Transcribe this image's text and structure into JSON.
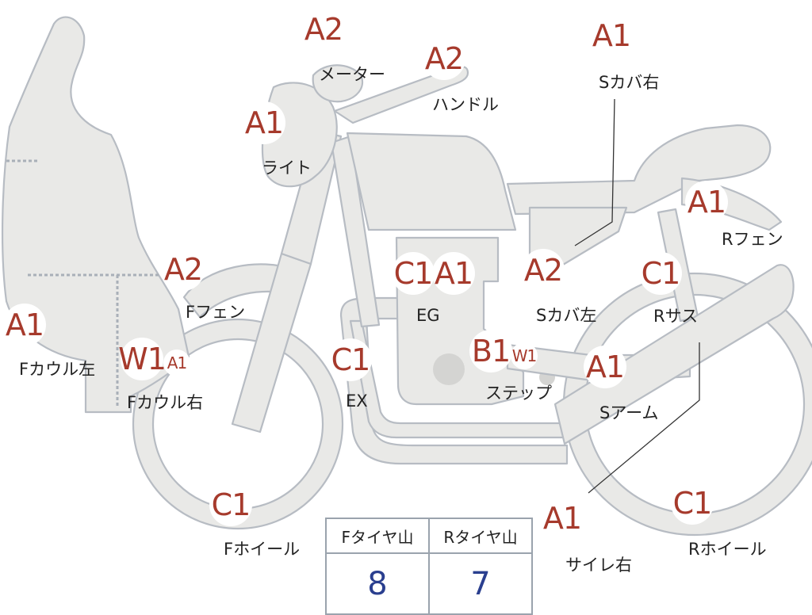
{
  "parts": [
    {
      "id": "meter",
      "grade": "A2",
      "label": "メーター"
    },
    {
      "id": "handle",
      "grade": "A2",
      "label": "ハンドル"
    },
    {
      "id": "light",
      "grade": "A1",
      "label": "ライト"
    },
    {
      "id": "side-cover-right",
      "grade": "A1",
      "label": "Sカバ右"
    },
    {
      "id": "rear-fender",
      "grade": "A1",
      "label": "Rフェン"
    },
    {
      "id": "front-fender",
      "grade": "A2",
      "label": "Fフェン"
    },
    {
      "id": "engine",
      "grades": [
        "C1",
        "A1"
      ],
      "label": "EG"
    },
    {
      "id": "side-cover-left",
      "grade": "A2",
      "label": "Sカバ左"
    },
    {
      "id": "rear-suspension",
      "grade": "C1",
      "label": "Rサス"
    },
    {
      "id": "front-cowl-left",
      "grade": "A1",
      "label": "Fカウル左"
    },
    {
      "id": "front-cowl-right",
      "grades": [
        "W1",
        "A1"
      ],
      "label": "Fカウル右"
    },
    {
      "id": "exhaust",
      "grade": "C1",
      "label": "EX"
    },
    {
      "id": "step",
      "grades": [
        "B1",
        "W1"
      ],
      "label": "ステップ"
    },
    {
      "id": "swing-arm",
      "grade": "A1",
      "label": "Sアーム"
    },
    {
      "id": "front-wheel",
      "grade": "C1",
      "label": "Fホイール"
    },
    {
      "id": "silencer-right",
      "grade": "A1",
      "label": "サイレ右"
    },
    {
      "id": "rear-wheel",
      "grade": "C1",
      "label": "Rホイール"
    }
  ],
  "tire_table": {
    "front_header": "Fタイヤ山",
    "rear_header": "Rタイヤ山",
    "front_value": "8",
    "rear_value": "7"
  }
}
